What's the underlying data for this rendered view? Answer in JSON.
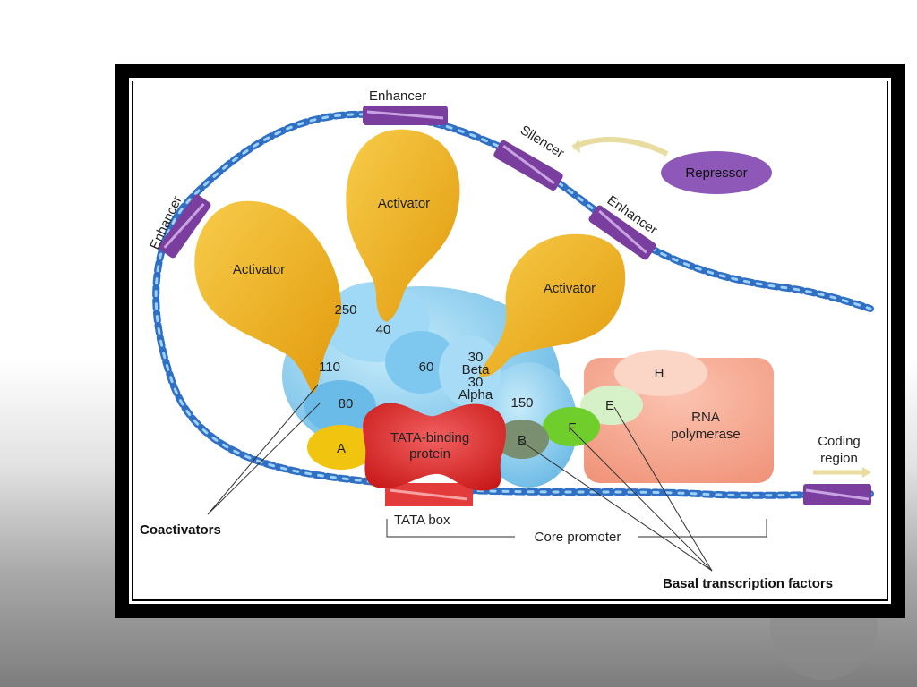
{
  "labels": {
    "enhancer_top": "Enhancer",
    "enhancer_left": "Enhancer",
    "enhancer_right": "Enhancer",
    "silencer": "Silencer",
    "repressor": "Repressor",
    "activator_left": "Activator",
    "activator_center": "Activator",
    "activator_right": "Activator",
    "tafs": {
      "t250": "250",
      "t40": "40",
      "t110": "110",
      "t60": "60",
      "t80": "80",
      "t30_top": "30",
      "beta": "Beta",
      "t30_bottom": "30",
      "alpha": "Alpha",
      "t150": "150"
    },
    "factor_a": "A",
    "factor_b": "B",
    "factor_f": "F",
    "factor_e": "E",
    "factor_h": "H",
    "tbp_line1": "TATA-binding",
    "tbp_line2": "protein",
    "rnap_line1": "RNA",
    "rnap_line2": "polymerase",
    "coding_line1": "Coding",
    "coding_line2": "region",
    "tata_box": "TATA box",
    "core_promoter": "Core promoter",
    "coactivators": "Coactivators",
    "basal_factors": "Basal transcription factors"
  },
  "colors": {
    "dna": "#3a7fd0",
    "activator": "#f2b31a",
    "tafs": "#8fd0f2",
    "enhancer": "#7a3f9e",
    "repressor": "#8d58b8",
    "tbp": "#e02a2a",
    "rna_polymerase": "#f5a48c",
    "factor_a": "#f1c40f",
    "factor_b": "#7a8f6f",
    "factor_f": "#6fce2c",
    "factor_e": "#d6f0c8"
  }
}
